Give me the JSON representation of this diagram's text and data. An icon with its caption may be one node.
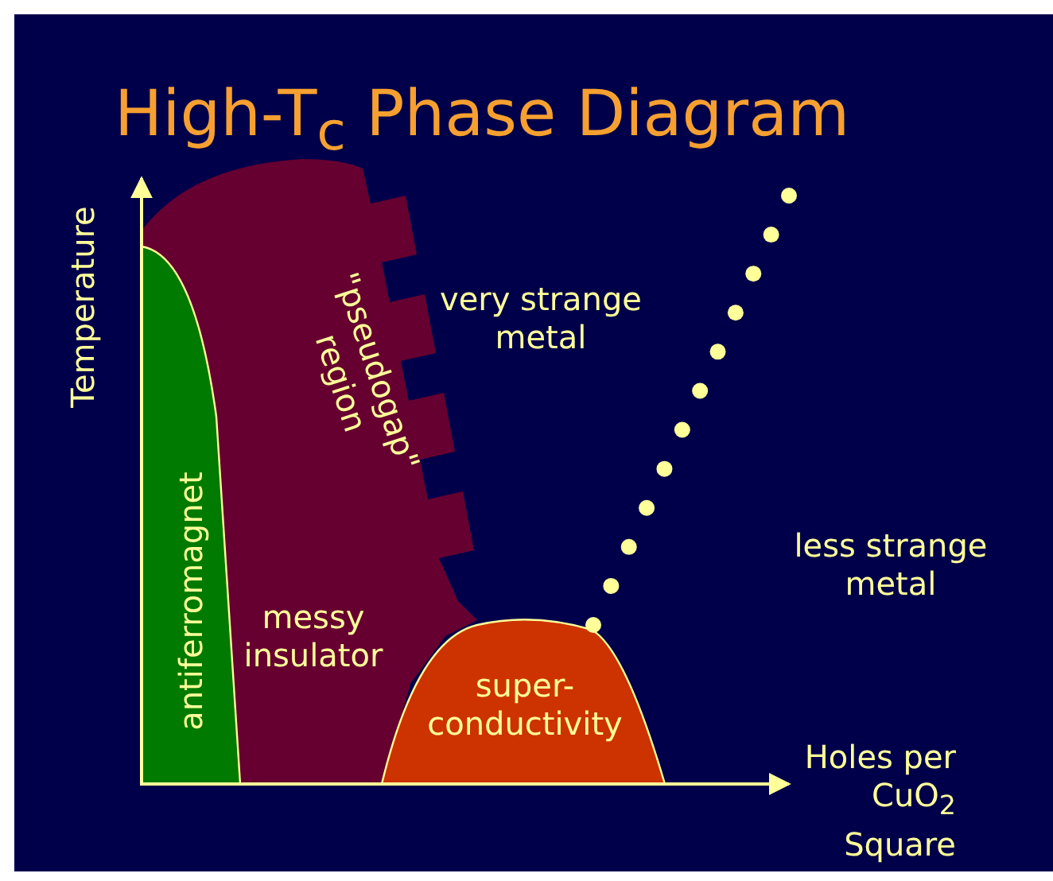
{
  "diagram": {
    "title": "High-T$_{c}$ Phase Diagram",
    "nodes": [
      {
        "text": [
          "antiferromagnet"
        ]
      },
      {
        "text": [
          "\"pseudogap\" region",
          "messy insulator"
        ]
      },
      {
        "text": [
          "super- conductivity"
        ]
      }
    ],
    "labels": [
      "Temperature",
      "very strange metal",
      "less strange metal",
      "Holes per CuO$_{2}$ Square"
    ]
  }
}
